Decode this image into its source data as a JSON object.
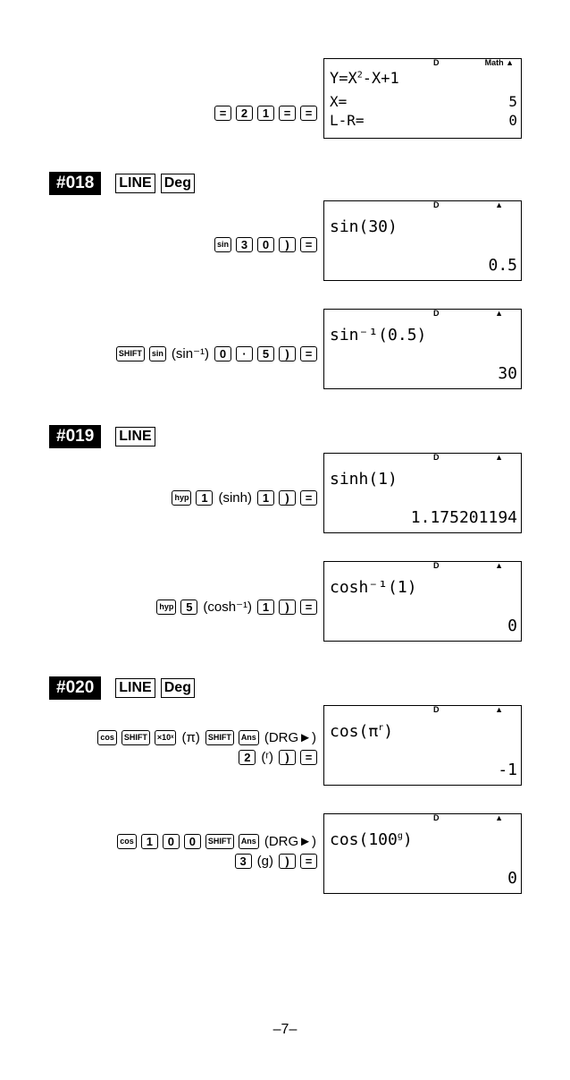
{
  "ex017": {
    "keys": [
      "=",
      "2",
      "1",
      "=",
      "="
    ],
    "lcd": {
      "indicator_d": "D",
      "indicator_mode": "Math ▲",
      "line1_base": "Y=X",
      "line1_sup": "2",
      "line1_rest": "-X+1",
      "line2_label": "X=",
      "line2_value": "5",
      "line3_label": "L-R=",
      "line3_value": "0"
    }
  },
  "ex018": {
    "tag": "#018",
    "modes": [
      "LINE",
      "Deg"
    ],
    "row1": {
      "keys": [
        "sin",
        "3",
        "0",
        ")",
        "="
      ],
      "lcd": {
        "indicator_d": "D",
        "indicator_arrow": "▲",
        "expr": "sin(30)",
        "result": "0.5"
      }
    },
    "row2": {
      "k_shift": "SHIFT",
      "k_sin": "sin",
      "label": "(sin⁻¹)",
      "keys": [
        "0",
        "·",
        "5",
        ")",
        "="
      ],
      "lcd": {
        "indicator_d": "D",
        "indicator_arrow": "▲",
        "expr": "sin⁻¹(0.5)",
        "result": "30"
      }
    }
  },
  "ex019": {
    "tag": "#019",
    "modes": [
      "LINE"
    ],
    "row1": {
      "k_hyp": "hyp",
      "k_1": "1",
      "label": "(sinh)",
      "keys": [
        "1",
        ")",
        "="
      ],
      "lcd": {
        "indicator_d": "D",
        "indicator_arrow": "▲",
        "expr": "sinh(1)",
        "result": "1.175201194"
      }
    },
    "row2": {
      "k_hyp": "hyp",
      "k_5": "5",
      "label": "(cosh⁻¹)",
      "keys": [
        "1",
        ")",
        "="
      ],
      "lcd": {
        "indicator_d": "D",
        "indicator_arrow": "▲",
        "expr": "cosh⁻¹(1)",
        "result": "0"
      }
    }
  },
  "ex020": {
    "tag": "#020",
    "modes": [
      "LINE",
      "Deg"
    ],
    "row1": {
      "line_a": {
        "k_cos": "cos",
        "k_shift1": "SHIFT",
        "k_x10": "×10ˣ",
        "label_pi": "(π)",
        "k_shift2": "SHIFT",
        "k_ans": "Ans",
        "label_drg": "(DRG►)"
      },
      "line_b": {
        "k_2": "2",
        "label_r": "(ʳ)",
        "k_paren": ")",
        "k_eq": "="
      },
      "lcd": {
        "indicator_d": "D",
        "indicator_arrow": "▲",
        "expr_base": "cos(π",
        "expr_sup": "r",
        "expr_end": ")",
        "result": "-1"
      }
    },
    "row2": {
      "line_a": {
        "k_cos": "cos",
        "k_1": "1",
        "k_0a": "0",
        "k_0b": "0",
        "k_shift": "SHIFT",
        "k_ans": "Ans",
        "label_drg": "(DRG►)"
      },
      "line_b": {
        "k_3": "3",
        "label_g": "(g)",
        "k_paren": ")",
        "k_eq": "="
      },
      "lcd": {
        "indicator_d": "D",
        "indicator_arrow": "▲",
        "expr_base": "cos(100",
        "expr_sup": "g",
        "expr_end": ")",
        "result": "0"
      }
    }
  },
  "footer": {
    "page_number": "–7–"
  }
}
